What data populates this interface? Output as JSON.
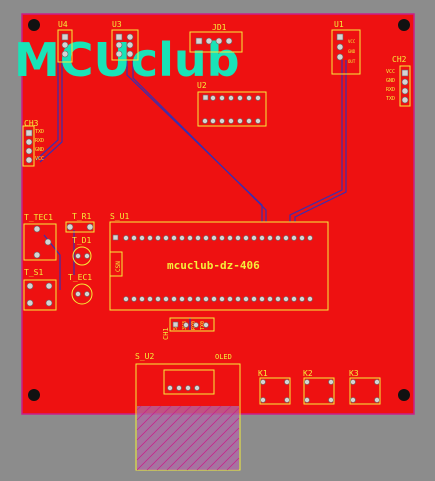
{
  "board": {
    "logo_text": "MCUclub",
    "center_label": "mcuclub-dz-406",
    "colors": {
      "background": "#8c8c8c",
      "copper": "#ee1111",
      "outline": "#c8208a",
      "silkscreen": "#f5ee3a",
      "trace": "#3a2fb0",
      "pad": "#d4d4d4",
      "logo": "#19e3b8"
    }
  },
  "components": {
    "U4": "U4",
    "U3": "U3",
    "JD1": "JD1",
    "U1": "U1",
    "U2": "U2",
    "CH2": "CH2",
    "CH3": "CH3",
    "S_U1": "S_U1",
    "T_TEC1": "T_TEC1",
    "T_R1": "T_R1",
    "T_D1": "T_D1",
    "T_S1": "T_S1",
    "T_EC1": "T_EC1",
    "CH1": "CH1",
    "S_U2": "S_U2",
    "OLED": "OLED",
    "K1": "K1",
    "K2": "K2",
    "K3": "K3",
    "CSN": "CSN"
  },
  "pin_labels": {
    "ch2": [
      "VCC",
      "GND",
      "RXD",
      "TXD"
    ],
    "ch3": [
      "TXD",
      "RXD",
      "GND",
      "VCC"
    ],
    "ch1": [
      "5V",
      "3V3",
      "RX0",
      "TX0"
    ],
    "u1": [
      "VCC",
      "GND",
      "OUT"
    ]
  }
}
